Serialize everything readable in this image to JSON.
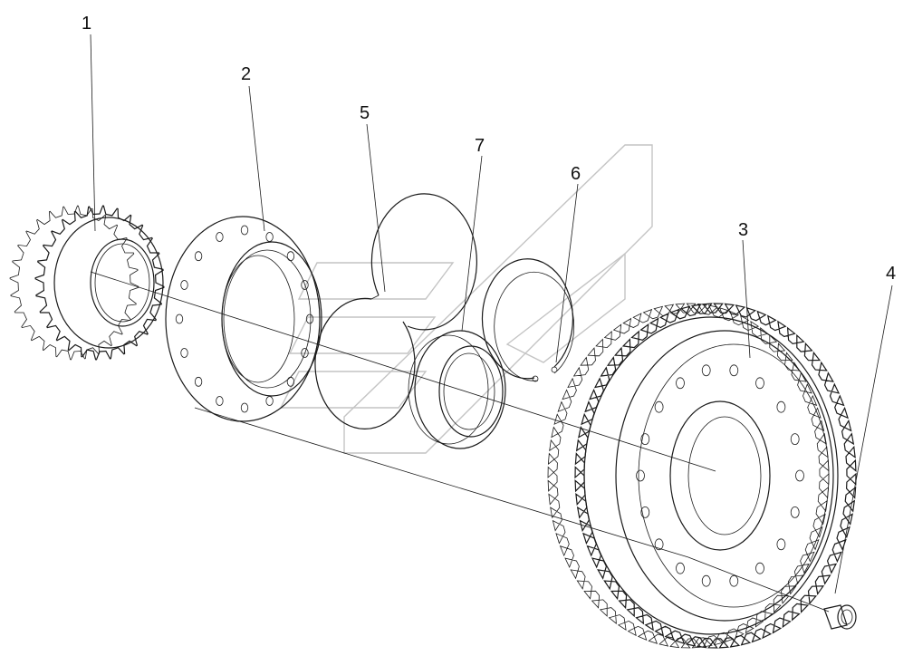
{
  "callouts": [
    {
      "id": "1",
      "label": "1",
      "part": "gear-small"
    },
    {
      "id": "2",
      "label": "2",
      "part": "flange-ring"
    },
    {
      "id": "3",
      "label": "3",
      "part": "gear-large"
    },
    {
      "id": "4",
      "label": "4",
      "part": "bolt"
    },
    {
      "id": "5",
      "label": "5",
      "part": "split-ring"
    },
    {
      "id": "6",
      "label": "6",
      "part": "snap-ring"
    },
    {
      "id": "7",
      "label": "7",
      "part": "bearing"
    }
  ],
  "colors": {
    "line": "#1a1a1a",
    "watermark": "#c4c4c4",
    "background": "#ffffff"
  }
}
